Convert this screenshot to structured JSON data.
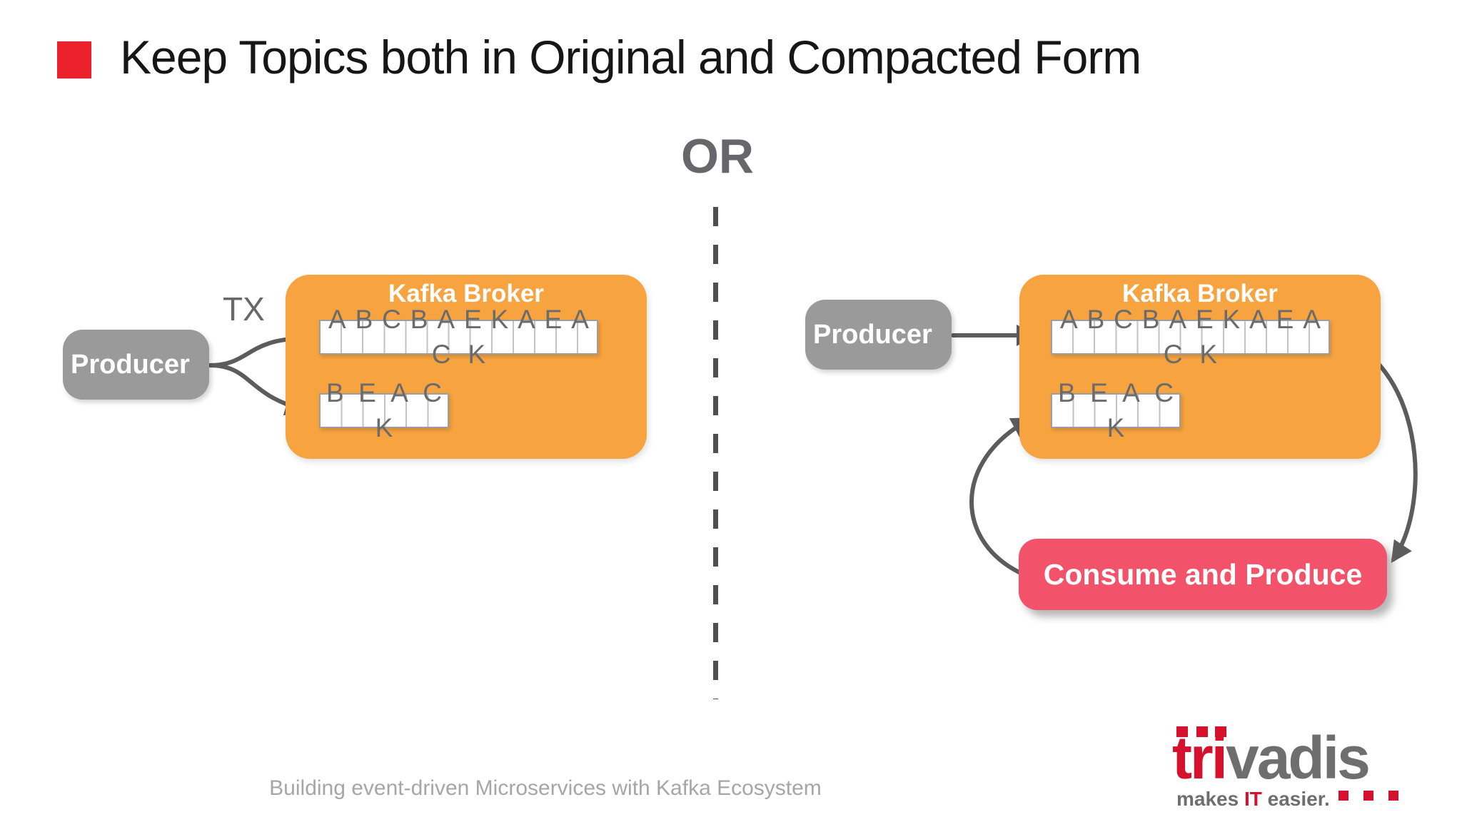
{
  "slide": {
    "title": "Keep Topics both in Original and Compacted Form",
    "or_divider": "OR",
    "footer": "Building event-driven Microservices with Kafka Ecosystem"
  },
  "colors": {
    "title_bullet_red": "#EB212E",
    "broker_orange": "#F6A340",
    "producer_gray": "#9A9A9A",
    "consume_pink": "#F3536A",
    "arrow_gray": "#5C5C5C",
    "record_letter_gray": "#6B6B6B",
    "logo_red": "#D6112D",
    "logo_gray": "#6E6E6E"
  },
  "left": {
    "tx_label": "TX",
    "producer": "Producer",
    "broker_title": "Kafka Broker",
    "original_topic": {
      "cells": 13,
      "top_letters": [
        "A",
        "B",
        "C",
        "B",
        "A",
        "E",
        "K",
        "A",
        "E",
        "A"
      ],
      "bottom_letters": [
        "C",
        "K"
      ]
    },
    "compacted_topic": {
      "cells": 6,
      "top_letters": [
        "B",
        "E",
        "A",
        "C"
      ],
      "bottom_letters": [
        "K"
      ]
    }
  },
  "right": {
    "producer": "Producer",
    "broker_title": "Kafka Broker",
    "consume_and_produce": "Consume and Produce",
    "original_topic": {
      "cells": 13,
      "top_letters": [
        "A",
        "B",
        "C",
        "B",
        "A",
        "E",
        "K",
        "A",
        "E",
        "A"
      ],
      "bottom_letters": [
        "C",
        "K"
      ]
    },
    "compacted_topic": {
      "cells": 6,
      "top_letters": [
        "B",
        "E",
        "A",
        "C"
      ],
      "bottom_letters": [
        "K"
      ]
    }
  },
  "logo": {
    "brand_primary": "tri",
    "brand_secondary": "vadis",
    "tagline_pre": "makes ",
    "tagline_accent": "IT",
    "tagline_post": " easier."
  }
}
